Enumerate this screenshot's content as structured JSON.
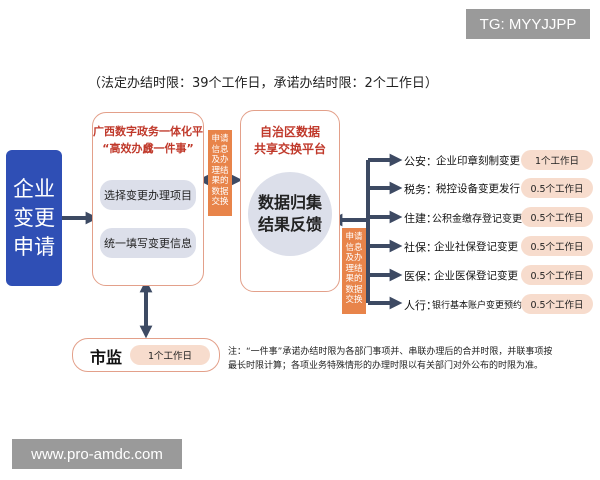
{
  "watermark_top": "TG: MYYJJPP",
  "watermark_bottom": "www.pro-amdc.com",
  "header_note": "（法定办结时限：39个工作日，承诺办结时限：2个工作日）",
  "start": {
    "line1": "企业",
    "line2": "变更",
    "line3": "申请"
  },
  "platform": {
    "title": "广西数字政务一体化平台",
    "subtitle": "“高效办成一件事”",
    "items": [
      "选择变更办理项目",
      "统一填写变更信息"
    ]
  },
  "tag_apply": "申请信息及办理结果的数据交换",
  "tag_result": "申请信息及办理结果的数据交换",
  "exchange": {
    "title_line1": "自治区数据",
    "title_line2": "共享交换平台",
    "center_line1": "数据归集",
    "center_line2": "结果反馈"
  },
  "departments": [
    {
      "name": "公安：",
      "item": "企业印章刻制变更",
      "time": "1个工作日"
    },
    {
      "name": "税务：",
      "item": "税控设备变更发行",
      "time": "0.5个工作日"
    },
    {
      "name": "住建：",
      "item": "公积金缴存登记变更",
      "time": "0.5个工作日"
    },
    {
      "name": "社保：",
      "item": "企业社保登记变更",
      "time": "0.5个工作日"
    },
    {
      "name": "医保：",
      "item": "企业医保登记变更",
      "time": "0.5个工作日"
    },
    {
      "name": "人行：",
      "item": "银行基本账户变更预约",
      "time": "0.5个工作日"
    }
  ],
  "market": {
    "label": "市监",
    "time": "1个工作日"
  },
  "note": {
    "line1": "注：“一件事”承诺办结时限为各部门事项并、串联办理后的合并时限，并联事项按",
    "line2": "最长时限计算；各项业务特殊情形的办理时限以有关部门对外公布的时限为准。"
  },
  "colors": {
    "start_blue": "#2f4fb5",
    "arrow_gray": "#3d4a63",
    "panel_border": "#e3a08a",
    "title_red": "#c0392b",
    "tag_orange": "#e8844a",
    "pill_peach": "#f7dccd",
    "item_gray": "#dcdfea"
  }
}
